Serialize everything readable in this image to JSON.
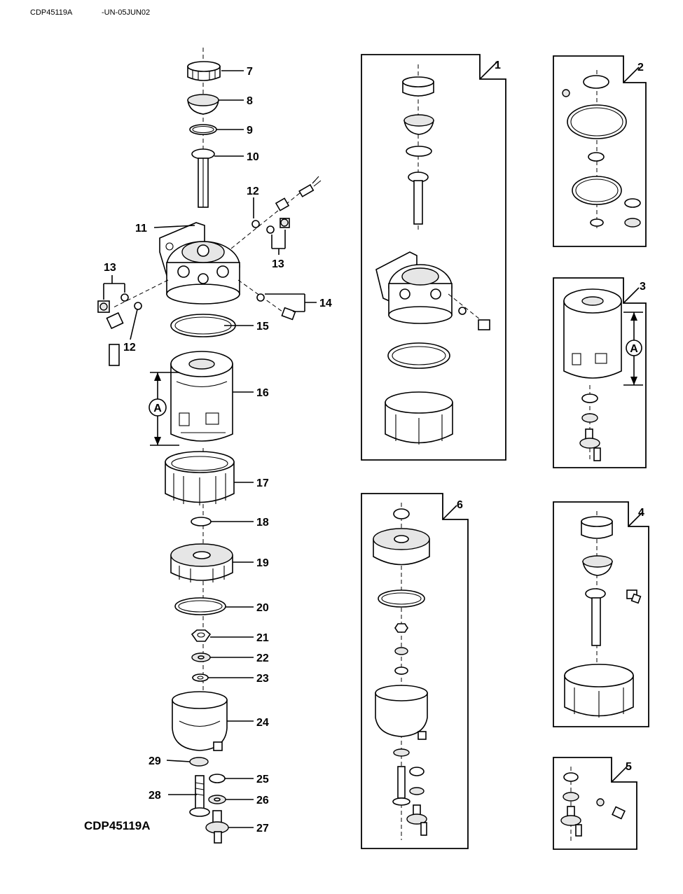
{
  "header": {
    "id": "CDP45119A",
    "date": "-UN-05JUN02"
  },
  "figure_code": "CDP45119A",
  "callouts": {
    "c7": "7",
    "c8": "8",
    "c9": "9",
    "c10": "10",
    "c11": "11",
    "c12a": "12",
    "c13a": "13",
    "c13b": "13",
    "c14": "14",
    "c12b": "12",
    "c15": "15",
    "c16": "16",
    "c17": "17",
    "c18": "18",
    "c19": "19",
    "c20": "20",
    "c21": "21",
    "c22": "22",
    "c23": "23",
    "c24": "24",
    "c29": "29",
    "c25": "25",
    "c28": "28",
    "c26": "26",
    "c27": "27"
  },
  "kits": {
    "k1": "1",
    "k2": "2",
    "k3": "3",
    "k4": "4",
    "k5": "5",
    "k6": "6"
  },
  "dimension_label": "A"
}
